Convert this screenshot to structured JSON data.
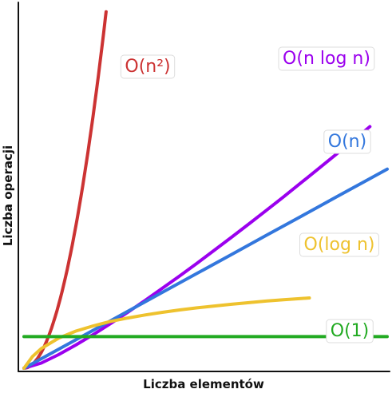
{
  "chart_data": {
    "type": "line",
    "title": "",
    "xlabel": "Liczba elementów",
    "ylabel": "Liczba operacji",
    "grid": false,
    "series": [
      {
        "name": "O(n²)",
        "color": "#cc3333",
        "points": [
          [
            0,
            0
          ],
          [
            2,
            4
          ],
          [
            4,
            16
          ],
          [
            6,
            36
          ],
          [
            8,
            64
          ],
          [
            10,
            100
          ],
          [
            11,
            121
          ],
          [
            12,
            144
          ],
          [
            13,
            169
          ],
          [
            14,
            196
          ],
          [
            15,
            225
          ],
          [
            16,
            256
          ],
          [
            17,
            289
          ],
          [
            18,
            324
          ],
          [
            19,
            361
          ],
          [
            20,
            400
          ],
          [
            21,
            441
          ],
          [
            22,
            484
          ],
          [
            23,
            529
          ],
          [
            24,
            576
          ],
          [
            25,
            625
          ],
          [
            26,
            676
          ],
          [
            27,
            729
          ],
          [
            28,
            784
          ],
          [
            29,
            841
          ],
          [
            30,
            900
          ],
          [
            31,
            961
          ],
          [
            32,
            1024
          ],
          [
            33,
            1089
          ],
          [
            34,
            1156
          ],
          [
            35,
            1225
          ],
          [
            36,
            1296
          ],
          [
            37,
            1369
          ],
          [
            38,
            1444
          ],
          [
            39,
            1521
          ],
          [
            40,
            1600
          ],
          [
            41,
            1681
          ],
          [
            42,
            1764
          ],
          [
            43,
            1849
          ],
          [
            44,
            1936
          ],
          [
            45,
            2025
          ],
          [
            46,
            2116
          ],
          [
            47,
            2209
          ],
          [
            47.5,
            2256
          ]
        ]
      },
      {
        "name": "O(n log n)",
        "color": "#9b00ee",
        "points": [
          [
            0,
            0
          ],
          [
            10,
            33
          ],
          [
            20,
            86
          ],
          [
            30,
            147
          ],
          [
            40,
            213
          ],
          [
            50,
            282
          ],
          [
            60,
            354
          ],
          [
            70,
            429
          ],
          [
            80,
            506
          ],
          [
            90,
            584
          ],
          [
            100,
            664
          ],
          [
            110,
            746
          ],
          [
            120,
            829
          ],
          [
            130,
            913
          ],
          [
            140,
            998
          ],
          [
            150,
            1084
          ],
          [
            160,
            1172
          ],
          [
            170,
            1260
          ],
          [
            180,
            1349
          ],
          [
            190,
            1438
          ],
          [
            200,
            1529
          ]
        ]
      },
      {
        "name": "O(n)",
        "color": "#3377dd",
        "points": [
          [
            0,
            0
          ],
          [
            20,
            120
          ],
          [
            40,
            240
          ],
          [
            60,
            360
          ],
          [
            80,
            480
          ],
          [
            100,
            600
          ],
          [
            120,
            720
          ],
          [
            140,
            840
          ],
          [
            160,
            960
          ],
          [
            180,
            1080
          ],
          [
            200,
            1200
          ],
          [
            210,
            1260
          ]
        ]
      },
      {
        "name": "O(log n)",
        "color": "#eec22e",
        "points": [
          [
            0,
            0
          ],
          [
            5,
            75
          ],
          [
            10,
            125
          ],
          [
            20,
            190
          ],
          [
            30,
            235
          ],
          [
            40,
            268
          ],
          [
            50,
            296
          ],
          [
            60,
            318
          ],
          [
            70,
            337
          ],
          [
            80,
            354
          ],
          [
            90,
            369
          ],
          [
            100,
            382
          ],
          [
            110,
            394
          ],
          [
            120,
            405
          ],
          [
            130,
            415
          ],
          [
            140,
            425
          ],
          [
            150,
            433
          ],
          [
            160,
            441
          ],
          [
            165,
            445
          ]
        ]
      },
      {
        "name": "O(1)",
        "color": "#22aa22",
        "points": [
          [
            0,
            200
          ],
          [
            210,
            200
          ]
        ]
      }
    ],
    "xlim": [
      0,
      210
    ],
    "ylim": [
      0,
      2300
    ],
    "legend": "inline labels next to curves"
  }
}
